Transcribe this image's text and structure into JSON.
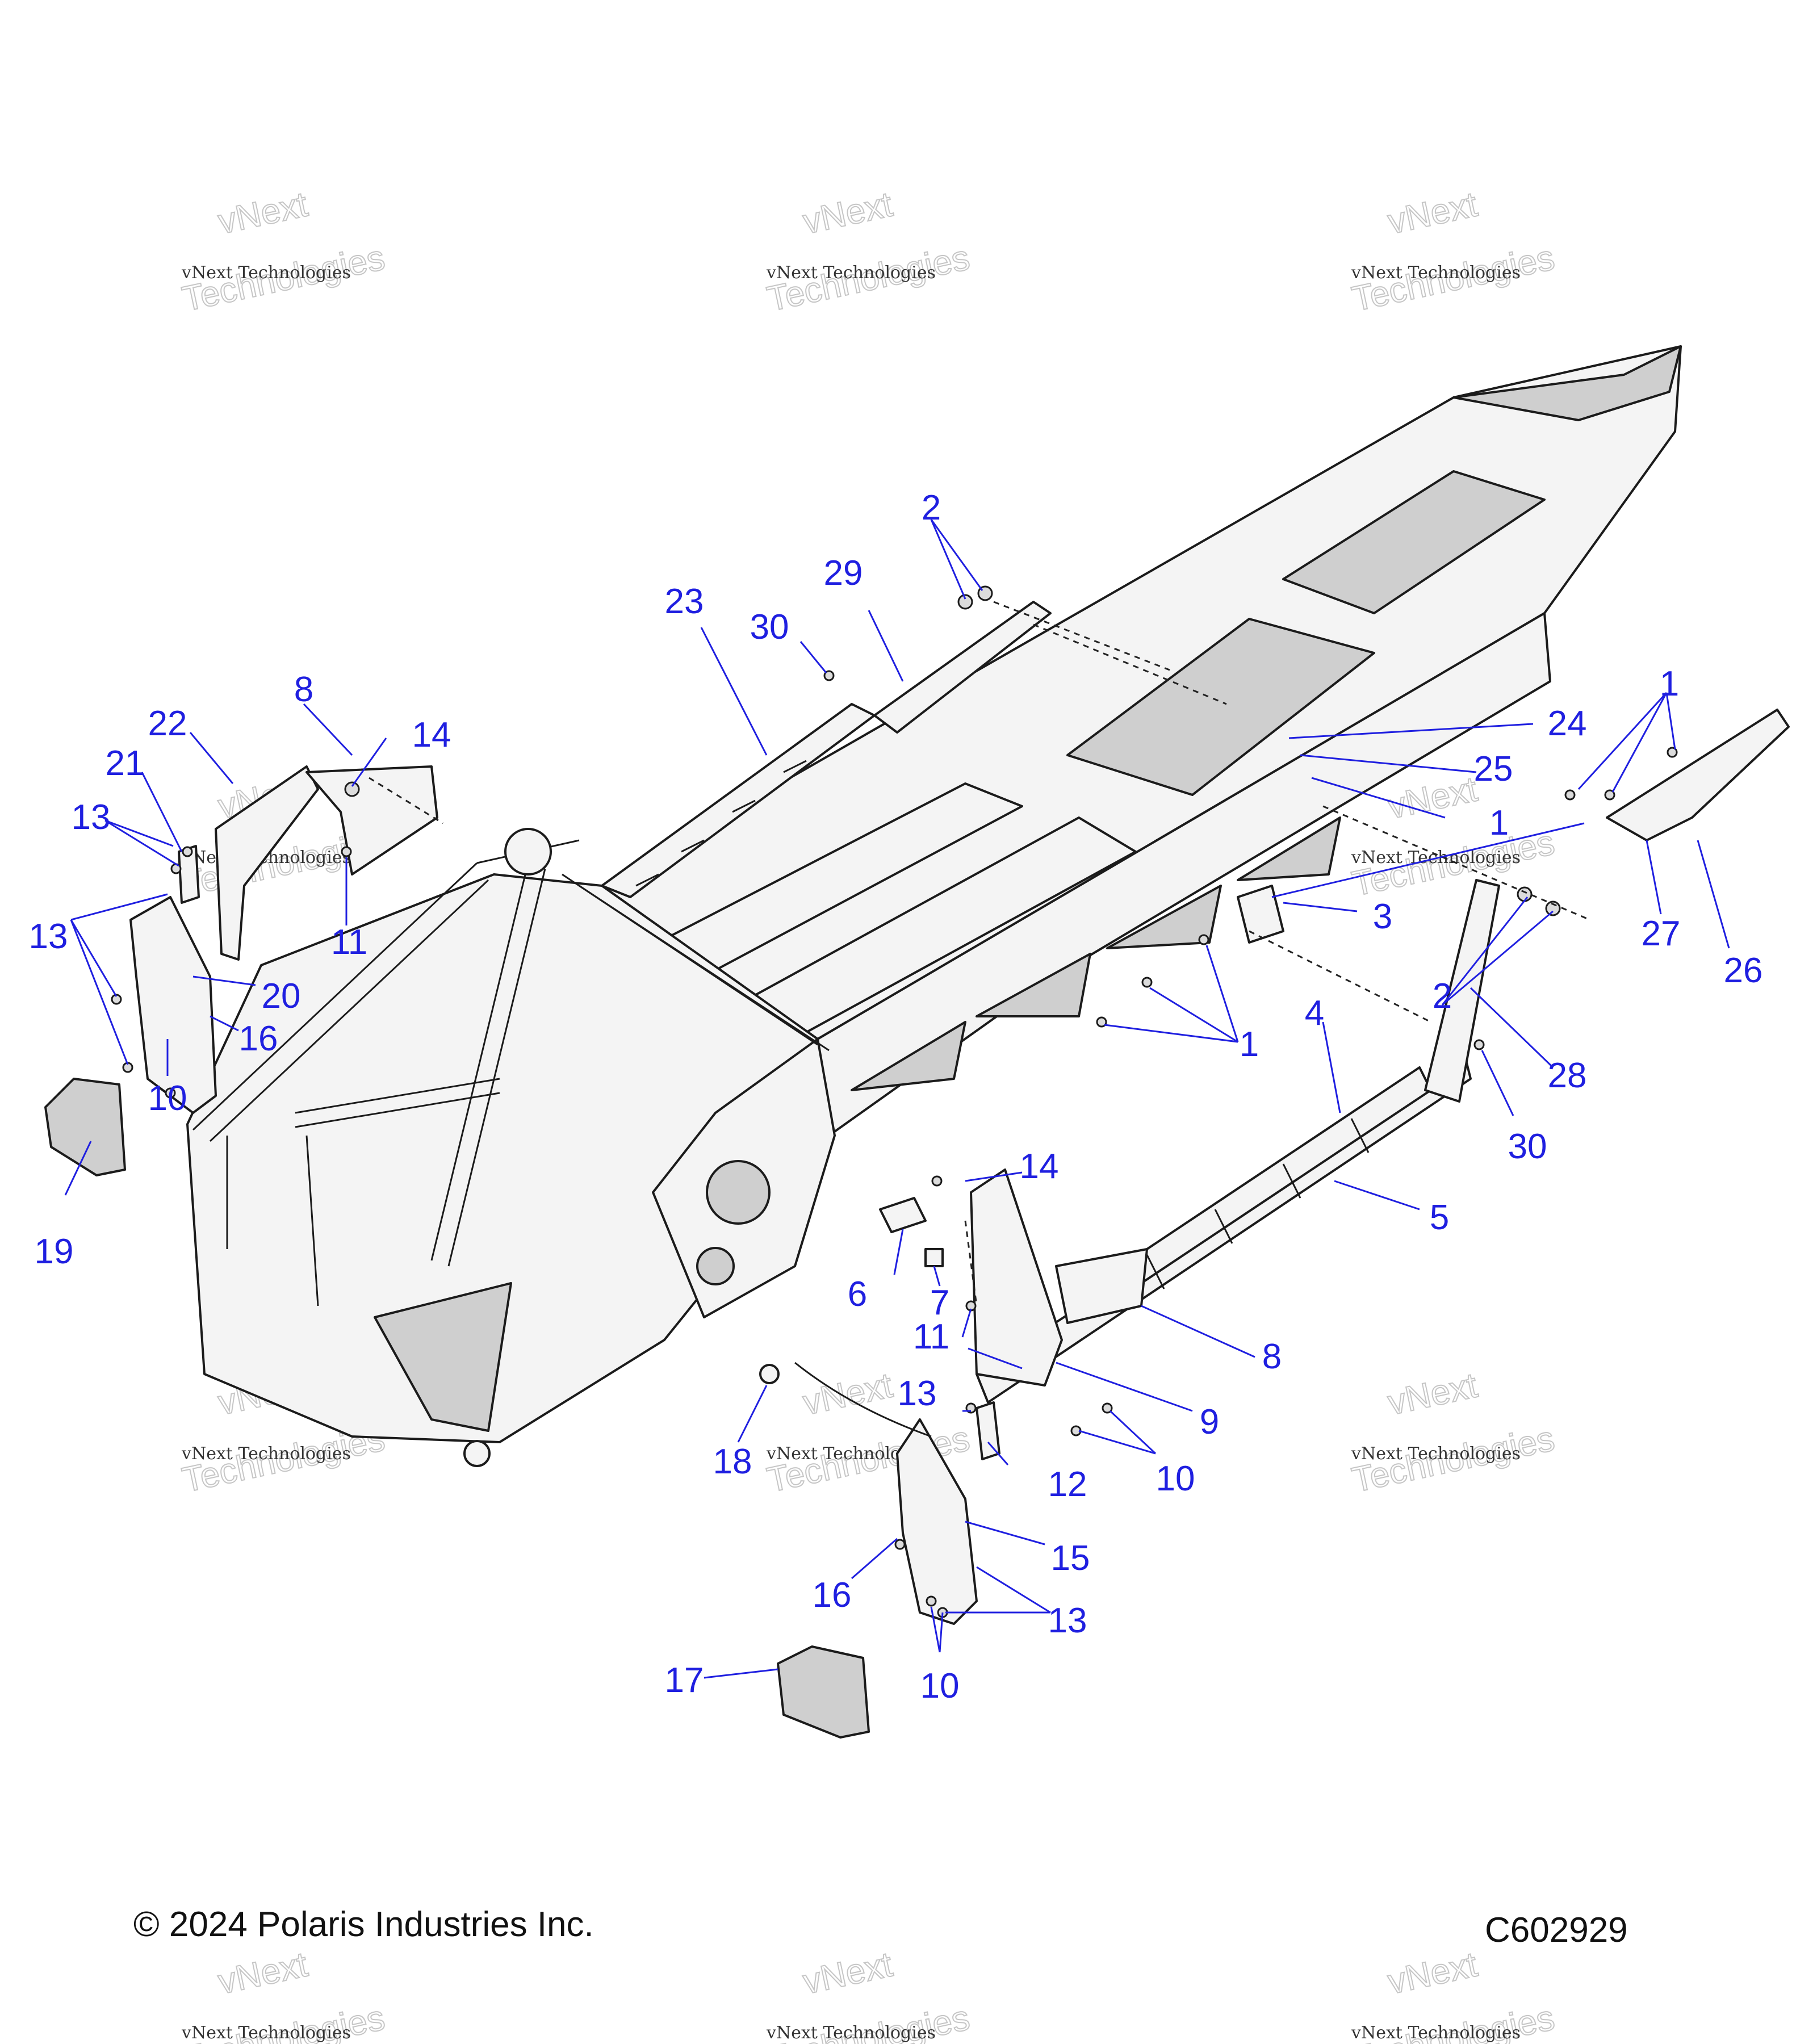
{
  "diagram": {
    "copyright": "© 2024 Polaris Industries Inc.",
    "drawing_number": "C602929",
    "watermark_small": "vNext Technologies",
    "watermark_big_top": "vNext",
    "watermark_big_bottom": "Technologies",
    "callout_color": "#1f1fe0",
    "callouts": [
      "1",
      "1",
      "1",
      "2",
      "2",
      "3",
      "4",
      "5",
      "6",
      "7",
      "8",
      "8",
      "9",
      "10",
      "10",
      "10",
      "11",
      "11",
      "12",
      "13",
      "13",
      "13",
      "13",
      "14",
      "14",
      "15",
      "16",
      "16",
      "17",
      "18",
      "19",
      "20",
      "21",
      "22",
      "23",
      "24",
      "25",
      "26",
      "27",
      "28",
      "29",
      "30",
      "30"
    ]
  }
}
